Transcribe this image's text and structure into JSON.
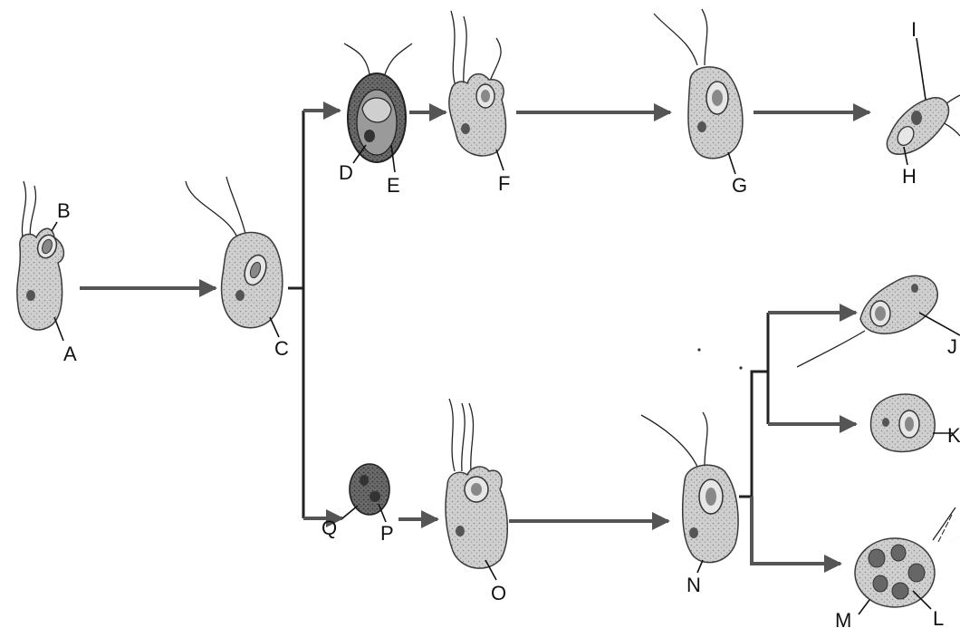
{
  "colors": {
    "cell_fill": "#c9c9c9",
    "cell_stroke": "#3a3a3a",
    "dark_fill": "#555555",
    "arrow": "#555555",
    "label": "#111111"
  },
  "labels": {
    "A": "A",
    "B": "B",
    "C": "C",
    "D": "D",
    "E": "E",
    "F": "F",
    "G": "G",
    "H": "H",
    "I": "I",
    "J": "J",
    "K": "K",
    "L": "L",
    "M": "M",
    "N": "N",
    "O": "O",
    "P": "P",
    "Q": "Q"
  }
}
